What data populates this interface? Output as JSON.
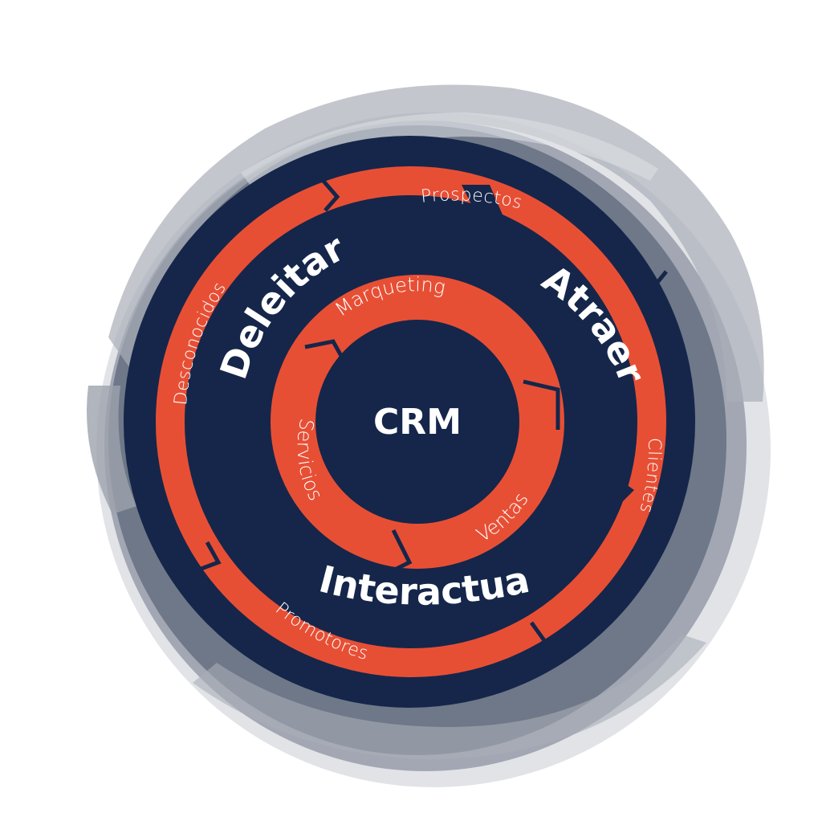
{
  "center": {
    "label": "CRM"
  },
  "outer_ring": {
    "labels": {
      "prospectos": "Prospectos",
      "clientes": "Clientes",
      "promotores": "Promotores",
      "desconocidos": "Desconocidos"
    }
  },
  "middle_ring": {
    "labels": {
      "atraer": "Atraer",
      "interactuar": "Interactuar",
      "deleitar": "Deleitar"
    }
  },
  "inner_ring": {
    "labels": {
      "marqueting": "Marqueting",
      "ventas": "Ventas",
      "servicios": "Servicios"
    }
  },
  "colors": {
    "navy": "#15264a",
    "orange": "#e74f35",
    "grey_swirl": "#6f7888",
    "grey_light": "#a9aeb8",
    "white": "#ffffff"
  }
}
